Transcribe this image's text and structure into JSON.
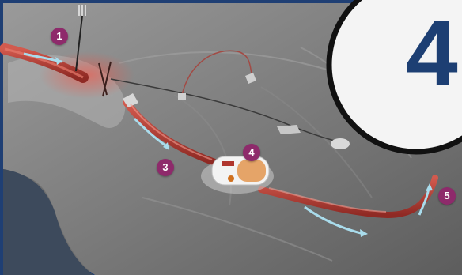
{
  "steps": [
    "1",
    "3",
    "4",
    "5"
  ],
  "step_number": "4",
  "colors": {
    "frame_blue": "#1f3f74",
    "badge_purple": "#8e2a6b",
    "number_blue": "#1d3f73",
    "circle_outline": "#111111",
    "cannula_red": "#b0362e",
    "flow_arrow": "#a9dcec"
  }
}
